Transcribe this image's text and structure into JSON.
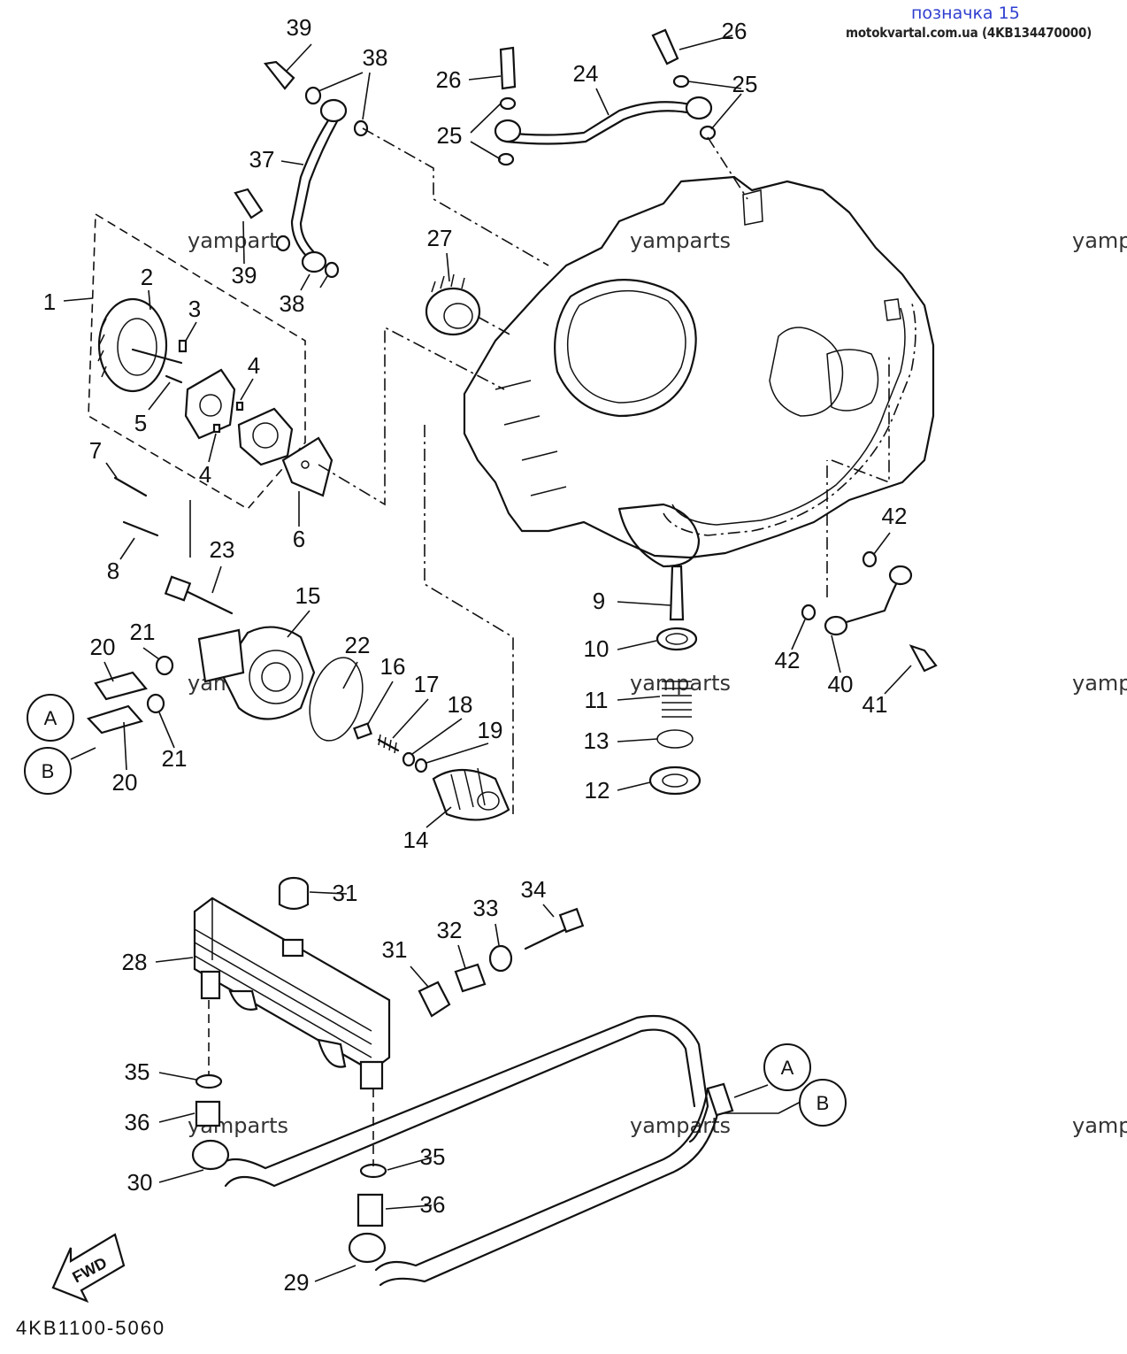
{
  "header": {
    "title": "позначка 15",
    "source": "motokvartal.com.ua (4KB134470000)"
  },
  "watermark": "yamparts",
  "diagram_code": "4KB1100-5060",
  "fwd_label": "FWD",
  "connectors": {
    "a": "A",
    "b": "B"
  },
  "callouts": [
    "1",
    "2",
    "3",
    "4",
    "4",
    "5",
    "6",
    "7",
    "8",
    "9",
    "10",
    "11",
    "12",
    "13",
    "14",
    "15",
    "16",
    "17",
    "18",
    "19",
    "20",
    "20",
    "21",
    "21",
    "22",
    "23",
    "24",
    "25",
    "25",
    "26",
    "26",
    "27",
    "28",
    "29",
    "30",
    "31",
    "31",
    "32",
    "33",
    "34",
    "35",
    "35",
    "36",
    "36",
    "37",
    "38",
    "38",
    "39",
    "39",
    "40",
    "41",
    "42",
    "42"
  ]
}
